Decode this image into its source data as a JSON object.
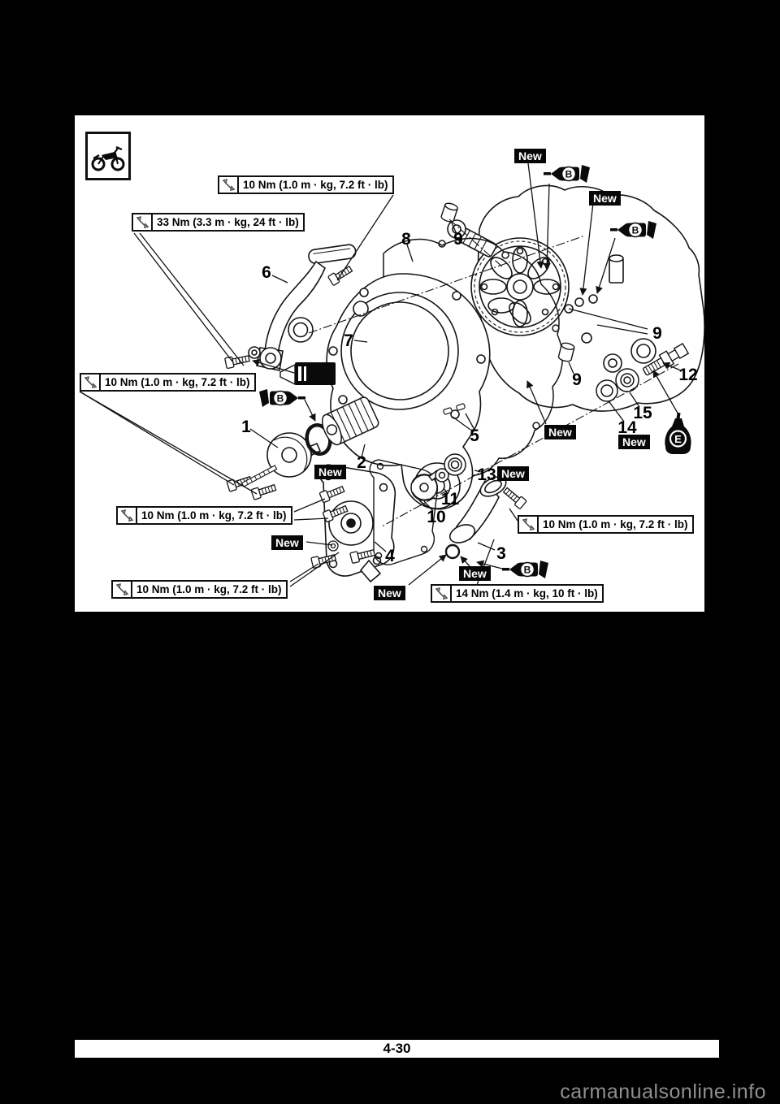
{
  "page": {
    "number": "4-30",
    "watermark": "carmanualsonline.info"
  },
  "badges": {
    "new": "New"
  },
  "symbols": {
    "grease": "B",
    "engine_oil": "E",
    "motorcycle_icon": "off-road-motorcycle",
    "wrench_icon": "open-end-wrench",
    "grease_gun_icon": "grease-applicator",
    "oil_bottle_icon": "engine-oil-bottle",
    "sealant_tube_icon": "sealant-tube"
  },
  "torque_specs": {
    "cover_bolt": "10 Nm (1.0 m · kg, 7.2 ft · lb)",
    "kick_lever": "33 Nm (3.3 m · kg, 24 ft · lb)",
    "filter_cover": "10 Nm (1.0 m · kg, 7.2 ft · lb)",
    "pump_upper": "10 Nm (1.0 m · kg, 7.2 ft · lb)",
    "pump_lower": "10 Nm (1.0 m · kg, 7.2 ft · lb)",
    "pipe_bolt": "10 Nm (1.0 m · kg, 7.2 ft · lb)",
    "pipe_flange": "14 Nm (1.4 m · kg, 10 ft · lb)"
  },
  "callouts": {
    "1": "1",
    "2": "2",
    "3": "3",
    "4": "4",
    "5": "5",
    "6": "6",
    "7": "7",
    "8": "8",
    "9": "9",
    "10": "10",
    "11": "11",
    "12": "12",
    "13": "13",
    "14": "14",
    "15": "15"
  }
}
